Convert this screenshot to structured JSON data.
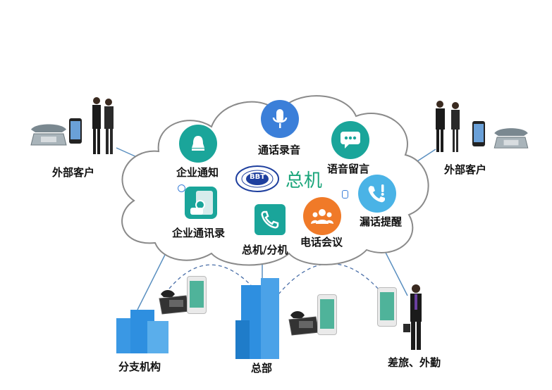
{
  "center": {
    "logo_text": "BBT",
    "title": "总机"
  },
  "features": {
    "enterprise_notice": "企业通知",
    "call_recording": "通话录音",
    "voice_message": "语音留言",
    "missed_call_reminder": "漏话提醒",
    "enterprise_directory": "企业通讯录",
    "switchboard_extension": "总机/分机",
    "conference_call": "电话会议"
  },
  "nodes": {
    "external_customer_left": "外部客户",
    "external_customer_right": "外部客户",
    "branch_office": "分支机构",
    "headquarters": "总部",
    "travel_field": "差旅、外勤"
  },
  "colors": {
    "cloud_stroke": "#8a8a8a",
    "teal": "#1aa59a",
    "blue_mic": "#3b7fd9",
    "orange": "#f07a28",
    "light_blue": "#4ab3e6",
    "building_blue": "#2e8fe0",
    "connector": "#5a8fc0"
  }
}
